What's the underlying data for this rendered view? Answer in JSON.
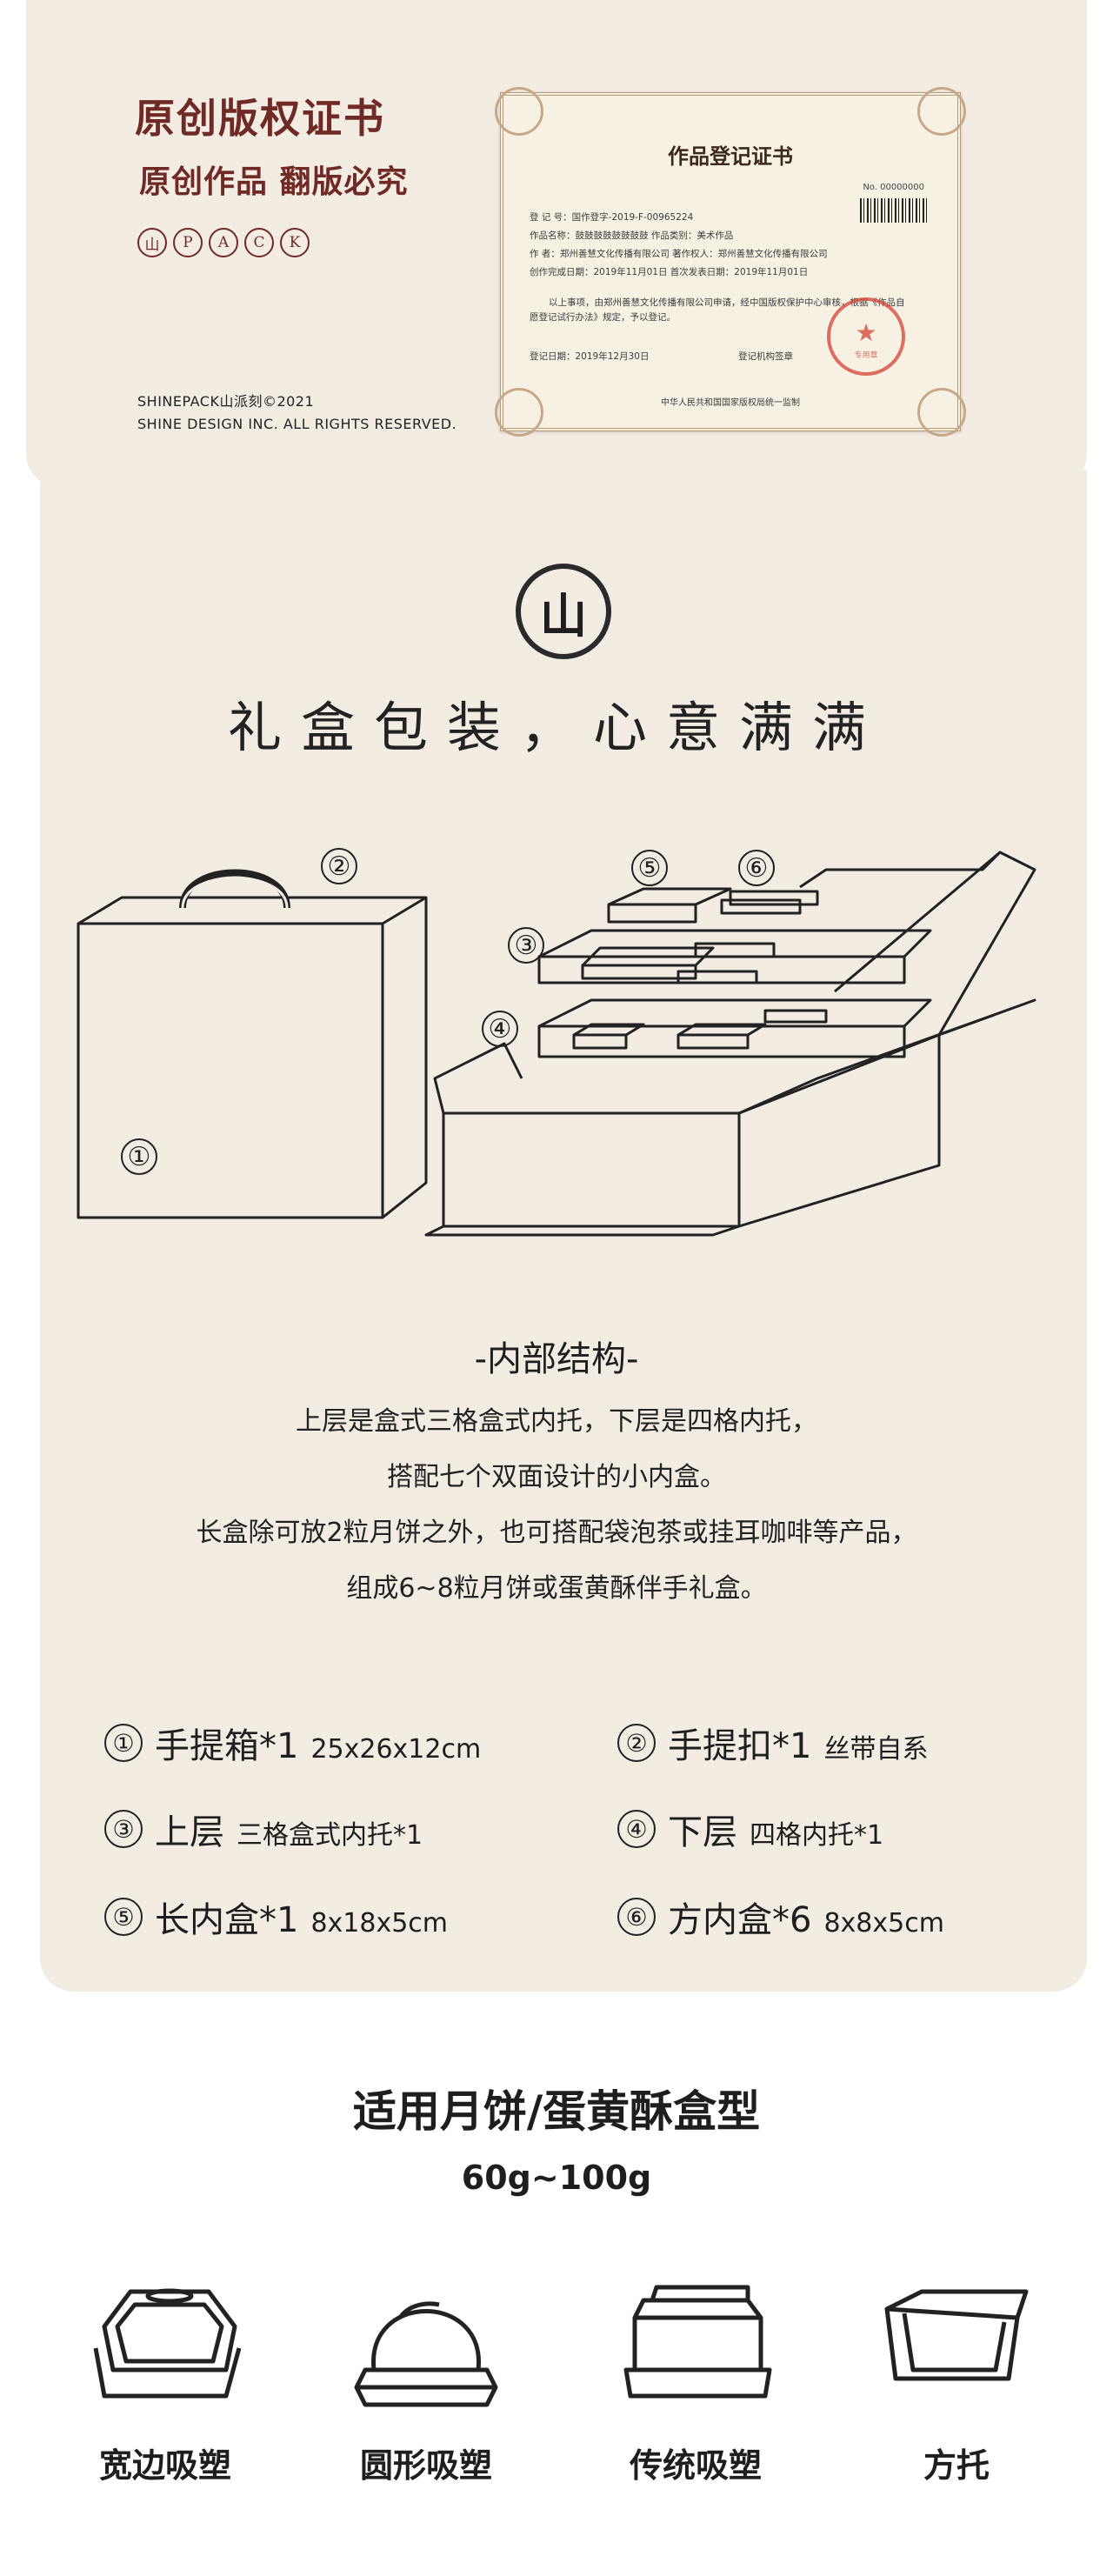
{
  "certificate": {
    "title": "原创版权证书",
    "subtitle": "原创作品 翻版必究",
    "brand_letters": [
      "山",
      "P",
      "A",
      "C",
      "K"
    ],
    "copyright_line1": "SHINEPACK山派刻©2021",
    "copyright_line2": "SHINE DESIGN INC. ALL RIGHTS RESERVED.",
    "document": {
      "heading": "作品登记证书",
      "number": "No. 00000000",
      "lines": [
        "登 记 号：国作登字-2019-F-00965224",
        "作品名称：鼓鼓鼓鼓鼓鼓鼓鼓        作品类别：美术作品",
        "作    者：郑州善慧文化传播有限公司   著作权人：郑州善慧文化传播有限公司",
        "创作完成日期：2019年11月01日       首次发表日期：2019年11月01日"
      ],
      "body": "以上事项，由郑州善慧文化传播有限公司申请，经中国版权保护中心审核，根据《作品自愿登记试行办法》规定，予以登记。",
      "register_date": "登记日期：2019年12月30日",
      "org": "登记机构签章",
      "footer": "中华人民共和国国家版权局统一监制",
      "seal_text": "专用章"
    }
  },
  "logo_char": "山",
  "slogan": "礼盒包装，心意满满",
  "diagram_labels": [
    "①",
    "②",
    "③",
    "④",
    "⑤",
    "⑥"
  ],
  "structure": {
    "title": "-内部结构-",
    "description": [
      "上层是盒式三格盒式内托，下层是四格内托，",
      "搭配七个双面设计的小内盒。",
      "长盒除可放2粒月饼之外，也可搭配袋泡茶或挂耳咖啡等产品，",
      "组成6~8粒月饼或蛋黄酥伴手礼盒。"
    ]
  },
  "specs": [
    {
      "num": "①",
      "name": "手提箱*1",
      "detail": "25x26x12cm"
    },
    {
      "num": "②",
      "name": "手提扣*1",
      "detail": "丝带自系"
    },
    {
      "num": "③",
      "name": "上层",
      "detail": "三格盒式内托*1"
    },
    {
      "num": "④",
      "name": "下层",
      "detail": "四格内托*1"
    },
    {
      "num": "⑤",
      "name": "长内盒*1",
      "detail": "8x18x5cm"
    },
    {
      "num": "⑥",
      "name": "方内盒*6",
      "detail": "8x8x5cm"
    }
  ],
  "suitable": {
    "title": "适用月饼/蛋黄酥盒型",
    "weight": "60g~100g",
    "types": [
      "宽边吸塑",
      "圆形吸塑",
      "传统吸塑",
      "方托"
    ]
  }
}
